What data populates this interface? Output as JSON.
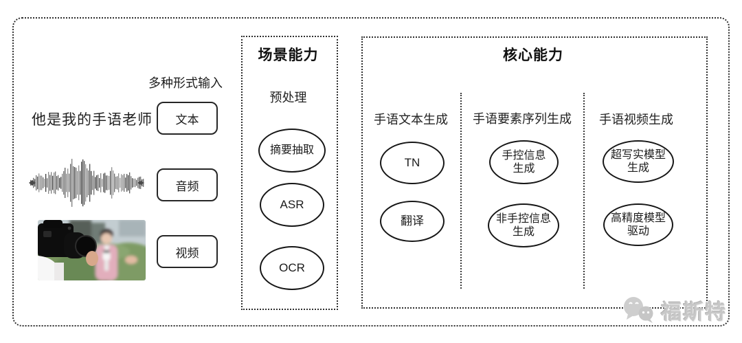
{
  "colors": {
    "ink": "#1c1c1c",
    "border_dotted": "#2e2e2e",
    "watermark_gray": "#c7c7c7"
  },
  "input_section": {
    "label": "多种形式输入",
    "text_sample": "他是我的手语老师",
    "items": [
      {
        "kind": "text",
        "tag": "文本"
      },
      {
        "kind": "audio",
        "tag": "音频"
      },
      {
        "kind": "video",
        "tag": "视频"
      }
    ]
  },
  "scene_box": {
    "title": "场景能力",
    "stage_label": "预处理",
    "nodes": [
      {
        "lines": [
          "摘要抽取"
        ]
      },
      {
        "lines": [
          "ASR"
        ]
      },
      {
        "lines": [
          "OCR"
        ]
      }
    ]
  },
  "core_box": {
    "title": "核心能力",
    "columns": [
      {
        "header": "手语文本生成",
        "nodes": [
          {
            "lines": [
              "TN"
            ]
          },
          {
            "lines": [
              "翻译"
            ]
          }
        ]
      },
      {
        "header": "手语要素序列生成",
        "nodes": [
          {
            "lines": [
              "手控信息",
              "生成"
            ]
          },
          {
            "lines": [
              "非手控信息",
              "生成"
            ]
          }
        ]
      },
      {
        "header": "手语视频生成",
        "nodes": [
          {
            "lines": [
              "超写实模型",
              "生成"
            ]
          },
          {
            "lines": [
              "高精度模型",
              "驱动"
            ]
          }
        ]
      }
    ]
  },
  "watermark": {
    "icon": "wechat-logo-icon",
    "text": "福斯特"
  }
}
